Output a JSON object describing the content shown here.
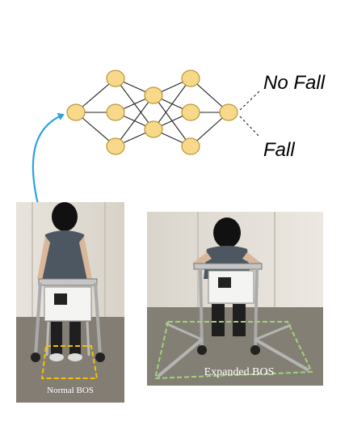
{
  "network": {
    "output_top_label": "No Fall",
    "output_bottom_label": "Fall",
    "node_fill": "#f8d98a",
    "node_stroke": "#b9943a",
    "arrow_color": "#29a3e3"
  },
  "photos": {
    "normal": {
      "caption": "Normal BOS",
      "outline_color": "#f2c200"
    },
    "expanded": {
      "caption": "Expanded BOS",
      "outline_color": "#9fd27a"
    }
  }
}
